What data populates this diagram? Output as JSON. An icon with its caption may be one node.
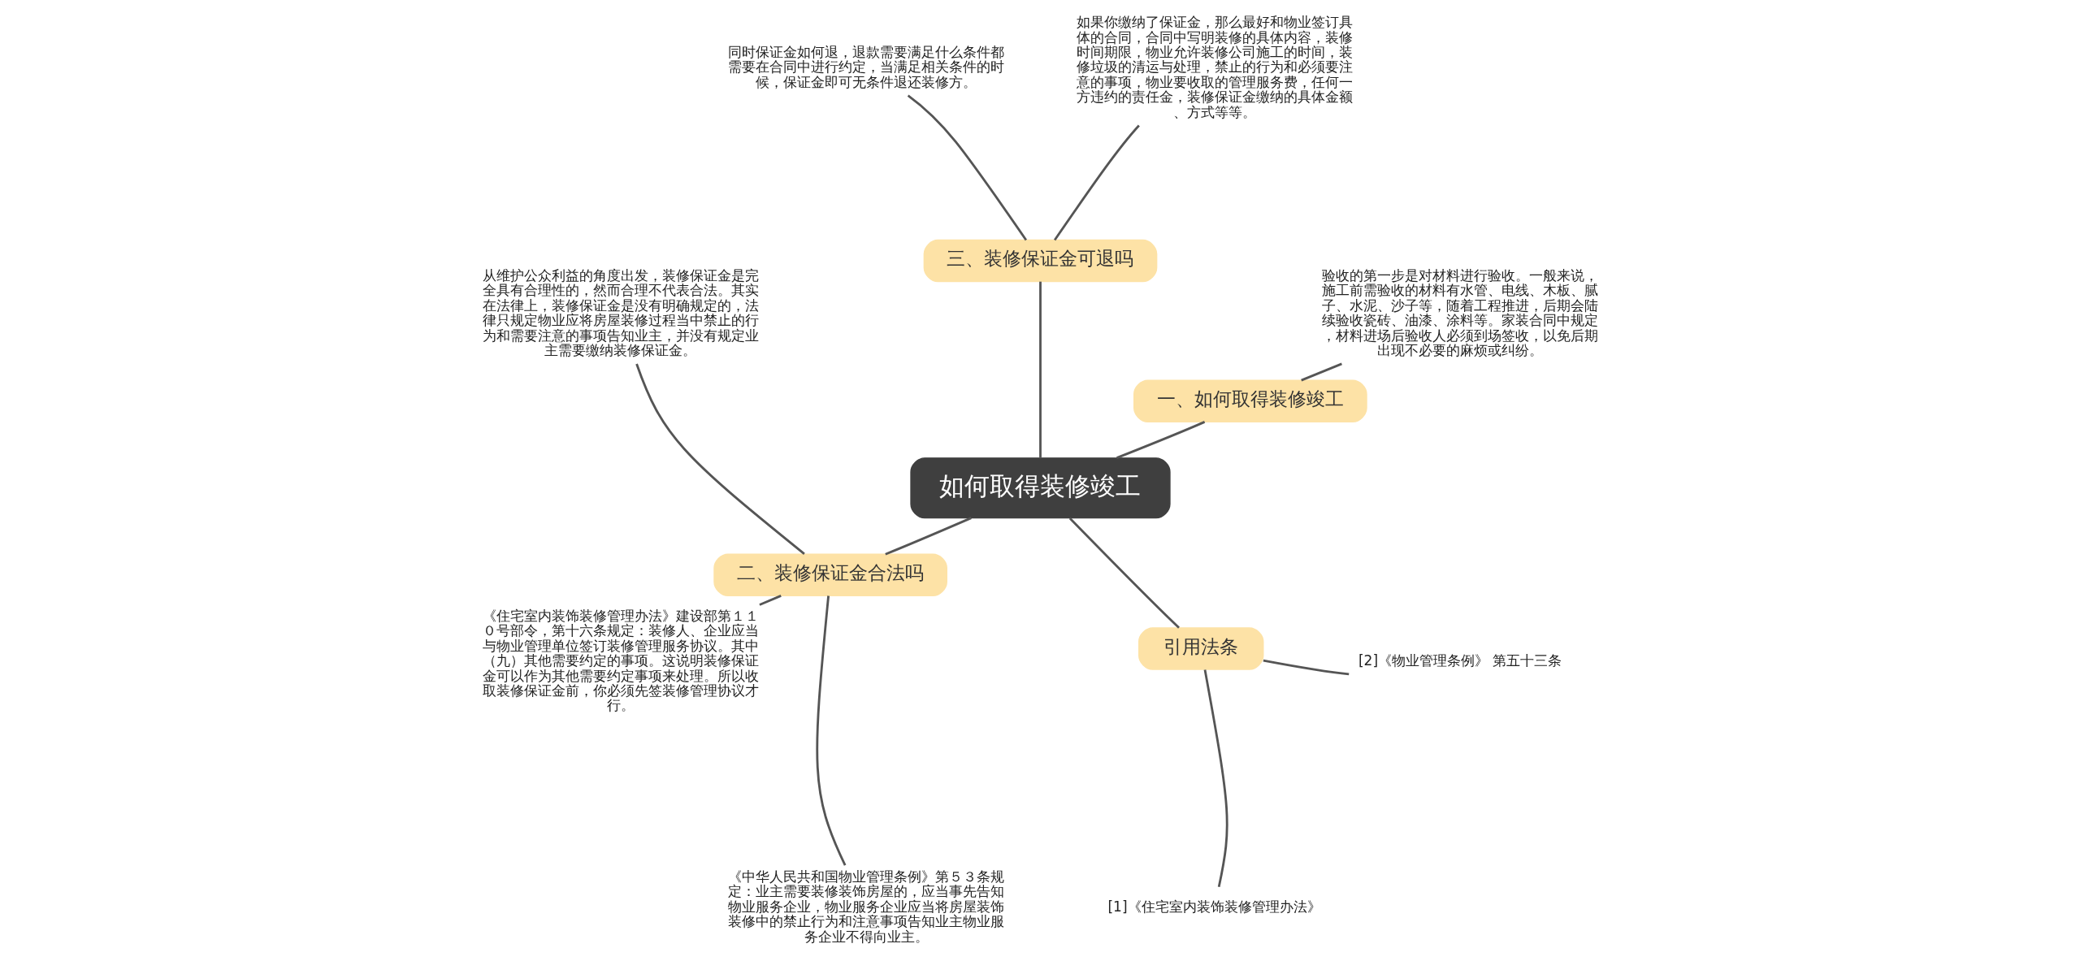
{
  "diagram": {
    "nodes": [
      {
        "text": [
          "如何取得装修竣工"
        ]
      },
      {
        "text": [
          "一、如何取得装修竣工"
        ]
      },
      {
        "text": [
          "验收的第一步是对材料进行验收。一般来说，施工前需验收的材料有水管、电线、木板、腻子、水泥、沙子等，随着工程推进，后期会陆续验收瓷砖、油漆、涂料等。家装合同中规定，材料进场后验收人必须到场签收，以免后期出现不必要的麻烦或纠纷。"
        ]
      },
      {
        "text": [
          "三、装修保证金可退吗"
        ]
      },
      {
        "text": [
          "如果你缴纳了保证金，那么最好和物业签订具体的合同，合同中写明装修的具体内容，装修时间期限，物业允许装修公司施工的时间，装修垃圾的清运与处理，禁止的行为和必须要注意的事项，物业要收取的管理服务费，任何一方违约的责任金，装修保证金缴纳的具体金额、方式等等。"
        ]
      },
      {
        "text": [
          "同时保证金如何退，退款需要满足什么条件都需要在合同中进行约定，当满足相关条件的时候，保证金即可无条件退还装修方。"
        ]
      },
      {
        "text": [
          "二、装修保证金合法吗"
        ]
      },
      {
        "text": [
          "从维护公众利益的角度出发，装修保证金是完全具有合理性的，然而合理不代表合法。其实在法律上，装修保证金是没有明确规定的，法律只规定物业应将房屋装修过程当中禁止的行为和需要注意的事项告知业主，并没有规定业主需要缴纳装修保证金。"
        ]
      },
      {
        "text": [
          "《住宅室内装饰装修管理办法》建设部第１１０号部令，第十六条规定：装修人、企业应当与物业管理单位签订装修管理服务协议。其中（九）其他需要约定的事项。这说明装修保证金可以作为其他需要约定事项来处理。所以收取装修保证金前，你必须先签装修管理协议才行。"
        ]
      },
      {
        "text": [
          "《中华人民共和国物业管理条例》第５３条规定：业主需要装修装饰房屋的，应当事先告知物业服务企业，物业服务企业应当将房屋装饰装修中的禁止行为和注意事项告知业主物业服务企业不得向业主。"
        ]
      },
      {
        "text": [
          "引用法条"
        ]
      },
      {
        "text": [
          "[1]《住宅室内装饰装修管理办法》"
        ]
      },
      {
        "text": [
          "[2]《物业管理条例》 第五十三条"
        ]
      }
    ],
    "edges": [
      {
        "from": 0,
        "to": 1,
        "arrow": "none"
      },
      {
        "from": 1,
        "to": 2,
        "arrow": "none"
      },
      {
        "from": 0,
        "to": 3,
        "arrow": "none"
      },
      {
        "from": 3,
        "to": 4,
        "arrow": "none"
      },
      {
        "from": 3,
        "to": 5,
        "arrow": "none"
      },
      {
        "from": 0,
        "to": 6,
        "arrow": "none"
      },
      {
        "from": 6,
        "to": 7,
        "arrow": "none"
      },
      {
        "from": 6,
        "to": 8,
        "arrow": "none"
      },
      {
        "from": 6,
        "to": 9,
        "arrow": "none"
      },
      {
        "from": 0,
        "to": 10,
        "arrow": "none"
      },
      {
        "from": 10,
        "to": 11,
        "arrow": "none"
      },
      {
        "from": 10,
        "to": 12,
        "arrow": "none"
      }
    ]
  }
}
